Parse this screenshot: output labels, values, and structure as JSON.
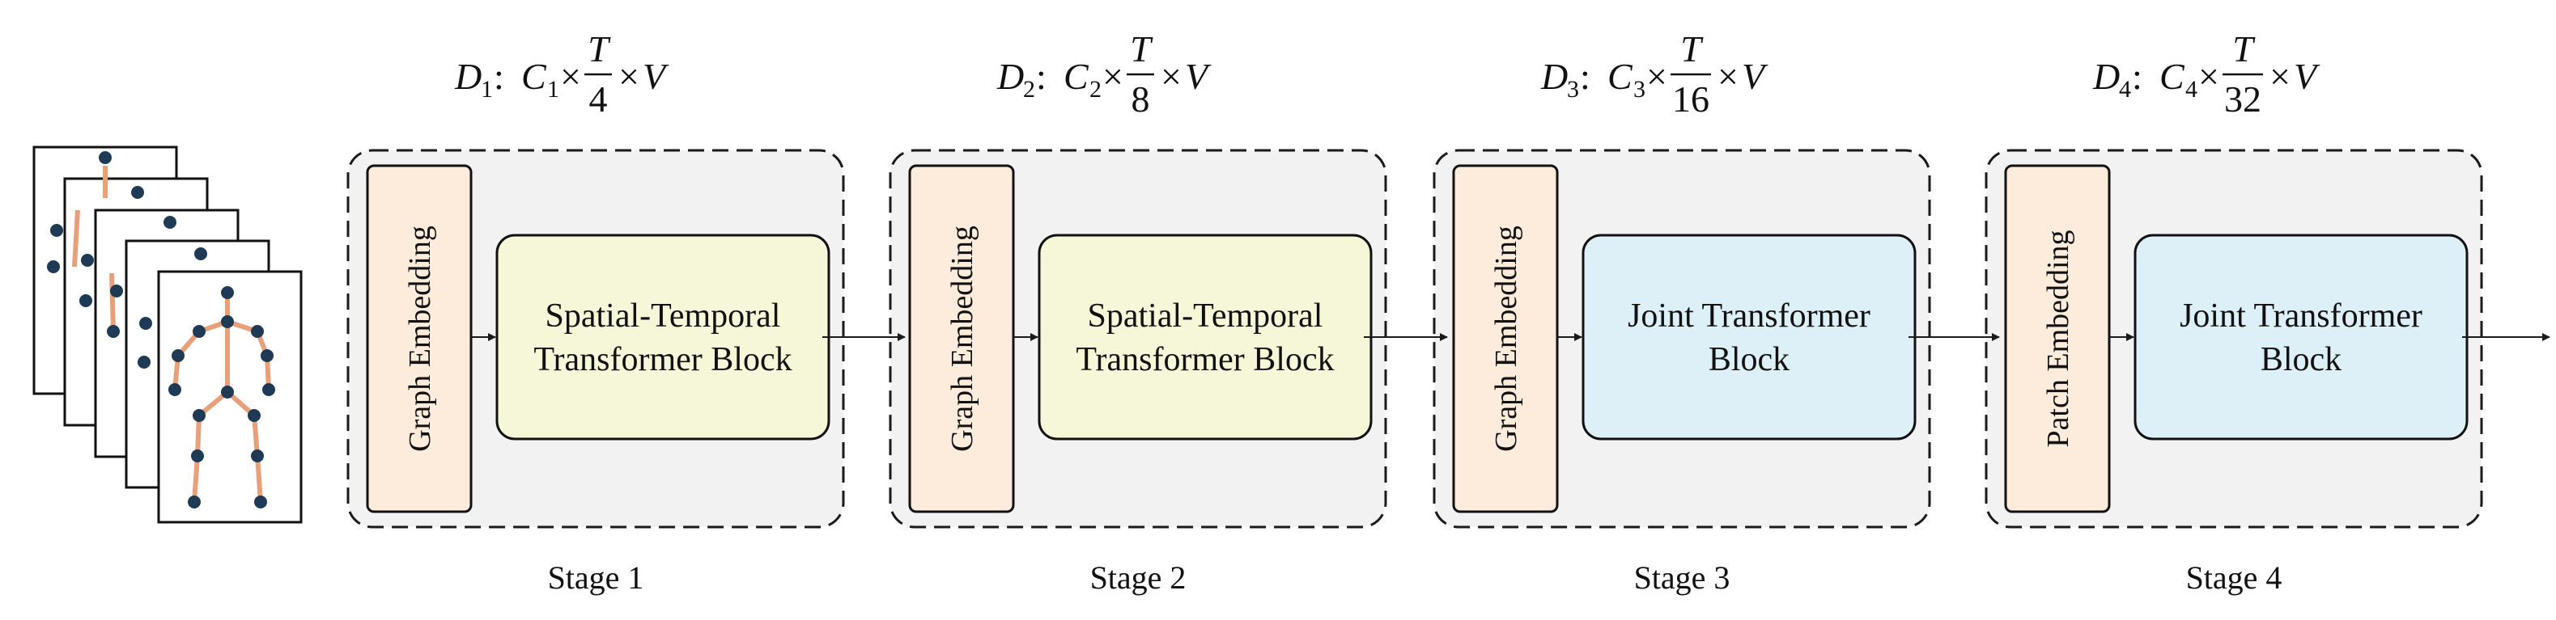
{
  "input": {
    "icon": "skeleton-frames-icon",
    "frame_count": 5,
    "colors": {
      "bone": "#E8A07A",
      "joint": "#1F3A55"
    }
  },
  "stages": [
    {
      "label": "Stage 1",
      "dim": {
        "D": "D",
        "D_sub": "1",
        "C": "C",
        "C_sub": "1",
        "times": "×",
        "T": "T",
        "den": "4",
        "V": "V",
        "colon": ":"
      },
      "embedding": "Graph Embedding",
      "block_line1": "Spatial-Temporal",
      "block_line2": "Transformer Block",
      "block_style": "yellow"
    },
    {
      "label": "Stage 2",
      "dim": {
        "D": "D",
        "D_sub": "2",
        "C": "C",
        "C_sub": "2",
        "times": "×",
        "T": "T",
        "den": "8",
        "V": "V",
        "colon": ":"
      },
      "embedding": "Graph Embedding",
      "block_line1": "Spatial-Temporal",
      "block_line2": "Transformer Block",
      "block_style": "yellow"
    },
    {
      "label": "Stage 3",
      "dim": {
        "D": "D",
        "D_sub": "3",
        "C": "C",
        "C_sub": "3",
        "times": "×",
        "T": "T",
        "den": "16",
        "V": "V",
        "colon": ":"
      },
      "embedding": "Graph Embedding",
      "block_line1": "Joint Transformer",
      "block_line2": "Block",
      "block_style": "blue"
    },
    {
      "label": "Stage 4",
      "dim": {
        "D": "D",
        "D_sub": "4",
        "C": "C",
        "C_sub": "4",
        "times": "×",
        "T": "T",
        "den": "32",
        "V": "V",
        "colon": ":"
      },
      "embedding": "Patch Embedding",
      "block_line1": "Joint Transformer",
      "block_line2": "Block",
      "block_style": "blue"
    }
  ],
  "colors": {
    "stage_bg": "#F2F2F2",
    "stage_border": "#1A1A1A",
    "embedding_fill": "#FDEBDC",
    "yellow_block": "#F6F6D8",
    "blue_block": "#DDF0F7",
    "arrow": "#1A1A1A"
  }
}
